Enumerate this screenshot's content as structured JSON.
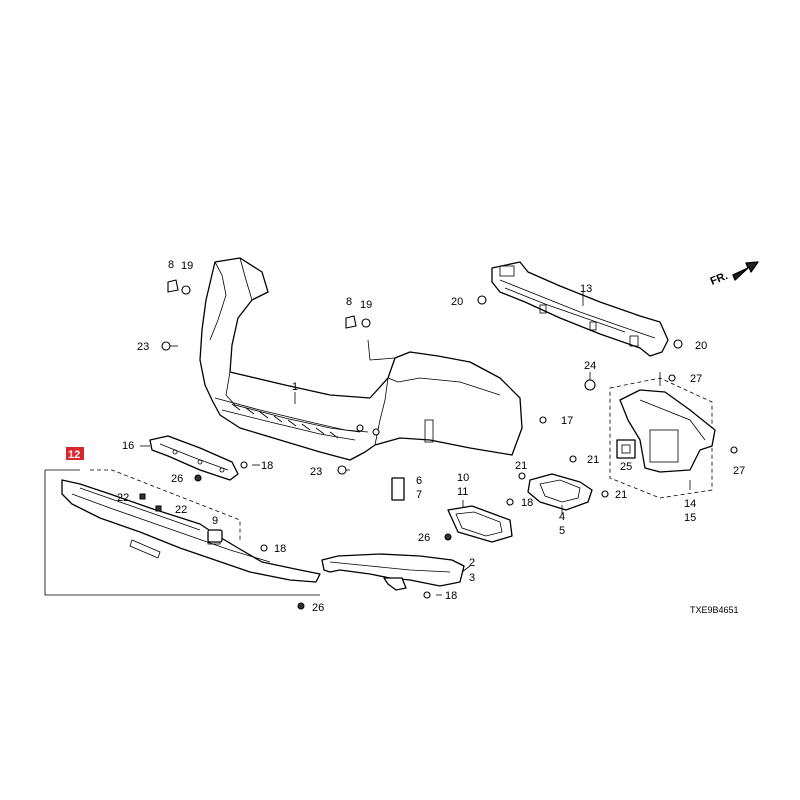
{
  "diagram_code": "TXE9B4651",
  "direction_label": "FR.",
  "highlight_color": "#d9262c",
  "callouts": {
    "c1": "1",
    "c2": "2",
    "c3": "3",
    "c4": "4",
    "c5": "5",
    "c6": "6",
    "c7": "7",
    "c8a": "8",
    "c8b": "8",
    "c9": "9",
    "c10": "10",
    "c11": "11",
    "c12": "12",
    "c13": "13",
    "c14": "14",
    "c15": "15",
    "c16": "16",
    "c17": "17",
    "c18a": "18",
    "c18b": "18",
    "c18c": "18",
    "c18d": "18",
    "c19a": "19",
    "c19b": "19",
    "c20a": "20",
    "c20b": "20",
    "c21a": "21",
    "c21b": "21",
    "c21c": "21",
    "c22a": "22",
    "c22b": "22",
    "c23a": "23",
    "c23b": "23",
    "c24": "24",
    "c25": "25",
    "c26a": "26",
    "c26b": "26",
    "c26c": "26",
    "c27a": "27",
    "c27b": "27"
  }
}
